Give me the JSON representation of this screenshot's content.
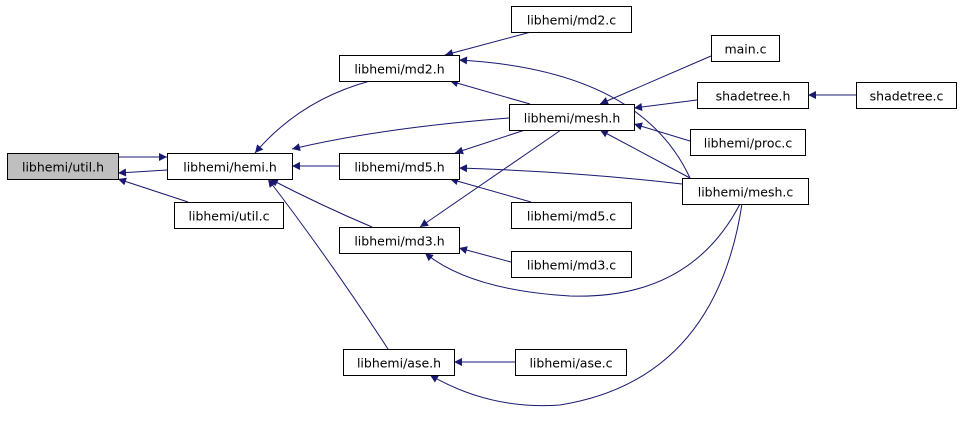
{
  "diagram": {
    "type": "include-dependency-graph",
    "edge_color": "#191970",
    "highlight_color": "#bfbfbf",
    "nodes": [
      {
        "id": "util_h",
        "label": "libhemi/util.h",
        "highlight": true
      },
      {
        "id": "hemi_h",
        "label": "libhemi/hemi.h"
      },
      {
        "id": "util_c",
        "label": "libhemi/util.c"
      },
      {
        "id": "md2_h",
        "label": "libhemi/md2.h"
      },
      {
        "id": "md5_h",
        "label": "libhemi/md5.h"
      },
      {
        "id": "md3_h",
        "label": "libhemi/md3.h"
      },
      {
        "id": "ase_h",
        "label": "libhemi/ase.h"
      },
      {
        "id": "md2_c",
        "label": "libhemi/md2.c"
      },
      {
        "id": "mesh_h",
        "label": "libhemi/mesh.h"
      },
      {
        "id": "md5_c",
        "label": "libhemi/md5.c"
      },
      {
        "id": "md3_c",
        "label": "libhemi/md3.c"
      },
      {
        "id": "ase_c",
        "label": "libhemi/ase.c"
      },
      {
        "id": "main_c",
        "label": "main.c"
      },
      {
        "id": "shadetree_h",
        "label": "shadetree.h"
      },
      {
        "id": "proc_c",
        "label": "libhemi/proc.c"
      },
      {
        "id": "mesh_c",
        "label": "libhemi/mesh.c"
      },
      {
        "id": "shadetree_c",
        "label": "shadetree.c"
      }
    ],
    "edges": [
      {
        "from": "hemi_h",
        "to": "util_h"
      },
      {
        "from": "util_h",
        "to": "hemi_h"
      },
      {
        "from": "util_c",
        "to": "util_h"
      },
      {
        "from": "md2_h",
        "to": "hemi_h"
      },
      {
        "from": "mesh_h",
        "to": "hemi_h"
      },
      {
        "from": "md5_h",
        "to": "hemi_h"
      },
      {
        "from": "md3_h",
        "to": "hemi_h"
      },
      {
        "from": "ase_h",
        "to": "hemi_h"
      },
      {
        "from": "md2_c",
        "to": "md2_h"
      },
      {
        "from": "mesh_h",
        "to": "md2_h"
      },
      {
        "from": "mesh_c",
        "to": "md2_h"
      },
      {
        "from": "mesh_h",
        "to": "md5_h"
      },
      {
        "from": "md5_c",
        "to": "md5_h"
      },
      {
        "from": "mesh_c",
        "to": "md5_h"
      },
      {
        "from": "mesh_h",
        "to": "md3_h"
      },
      {
        "from": "md3_c",
        "to": "md3_h"
      },
      {
        "from": "mesh_c",
        "to": "md3_h"
      },
      {
        "from": "ase_c",
        "to": "ase_h"
      },
      {
        "from": "mesh_c",
        "to": "ase_h"
      },
      {
        "from": "main_c",
        "to": "mesh_h"
      },
      {
        "from": "shadetree_h",
        "to": "mesh_h"
      },
      {
        "from": "proc_c",
        "to": "mesh_h"
      },
      {
        "from": "mesh_c",
        "to": "mesh_h"
      },
      {
        "from": "shadetree_c",
        "to": "shadetree_h"
      }
    ]
  }
}
